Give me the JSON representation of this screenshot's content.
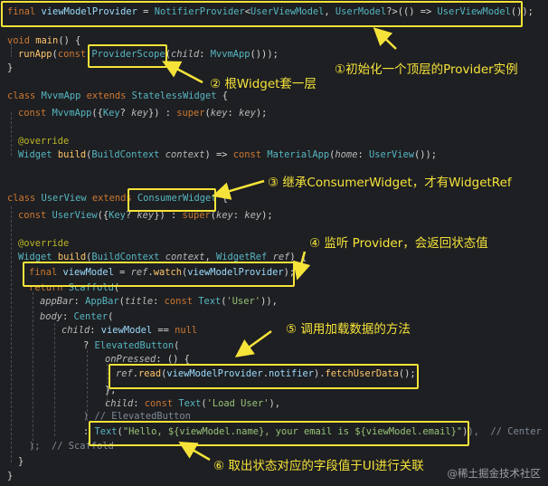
{
  "code": {
    "l1": {
      "kw": "final ",
      "name": "viewModelProvider",
      "eq": " = ",
      "type": "NotifierProvider",
      "lt": "<",
      "t1": "UserViewModel",
      "comma": ", ",
      "t2": "UserModel",
      "gt": "?>",
      "paren": "(() => ",
      "t3": "UserViewModel",
      "end": "());"
    },
    "l3": {
      "kw": "void ",
      "fn": "main",
      "end": "() {"
    },
    "l4": {
      "fn": "runApp",
      "open": "(",
      "kw": "const ",
      "type": "ProviderScope",
      "open2": "(",
      "prm": "child",
      "colon": ": ",
      "t2": "MvvmApp",
      "end": "()));"
    },
    "l5": {
      "text": "}"
    },
    "l7": {
      "kw": "class ",
      "name": "MvvmApp",
      "kw2": " extends ",
      "type": "StatelessWidget",
      "end": " {"
    },
    "l8": {
      "kw": "const ",
      "name": "MvvmApp",
      "open": "({",
      "type": "Key",
      "q": "? ",
      "prm": "key",
      "close": "}) : ",
      "kw2": "super",
      "open2": "(",
      "prm2": "key",
      "colon": ": ",
      "prm3": "key",
      "end": ");"
    },
    "l10": {
      "ann": "@override"
    },
    "l11": {
      "type": "Widget",
      "sp": " ",
      "fn": "build",
      "open": "(",
      "type2": "BuildContext",
      "sp2": " ",
      "prm": "context",
      "arrow": ") => ",
      "kw": "const ",
      "type3": "MaterialApp",
      "open2": "(",
      "prm2": "home",
      "colon": ": ",
      "type4": "UserView",
      "end": "());"
    },
    "l13": {
      "kw": "class ",
      "name": "UserView",
      "kw2": " extends ",
      "type": "ConsumerWidget",
      "end": " {"
    },
    "l14": {
      "kw": "const ",
      "name": "UserView",
      "open": "({",
      "type": "Key",
      "q": "? ",
      "prm": "key",
      "close": "}) : ",
      "kw2": "super",
      "open2": "(",
      "prm2": "key",
      "colon": ": ",
      "prm3": "key",
      "end": ");"
    },
    "l16": {
      "ann": "@override"
    },
    "l17": {
      "type": "Widget",
      "sp": " ",
      "fn": "build",
      "open": "(",
      "type2": "BuildContext",
      "sp2": " ",
      "prm": "context",
      "comma": ", ",
      "type3": "WidgetRef",
      "sp3": " ",
      "prm2": "ref",
      "end": ") {"
    },
    "l18": {
      "kw": "final ",
      "name": "viewModel",
      "eq": " = ",
      "prm": "ref",
      "dot": ".",
      "fn": "watch",
      "open": "(",
      "var": "viewModelProvider",
      "end": ");"
    },
    "l19": {
      "kw": "return ",
      "type": "Scaffold",
      "end": "("
    },
    "l20": {
      "prm": "appBar",
      "colon": ": ",
      "type": "AppBar",
      "open": "(",
      "prm2": "title",
      "colon2": ": ",
      "kw": "const ",
      "type2": "Text",
      "open2": "(",
      "str": "'User'",
      "end": ")),"
    },
    "l21": {
      "prm": "body",
      "colon": ": ",
      "type": "Center",
      "end": "("
    },
    "l22": {
      "prm": "child",
      "colon": ": ",
      "name": "viewModel",
      "op": " == ",
      "kw": "null"
    },
    "l23": {
      "q": "? ",
      "type": "ElevatedButton",
      "end": "("
    },
    "l24": {
      "prm": "onPressed",
      "colon": ": ",
      "end": "() {"
    },
    "l25": {
      "prm": "ref",
      "dot": ".",
      "fn": "read",
      "open": "(",
      "var": "viewModelProvider",
      "dot2": ".",
      "var2": "notifier",
      "close": ").",
      "fn2": "fetchUserData",
      "end": "();"
    },
    "l26": {
      "text": "},"
    },
    "l27": {
      "prm": "child",
      "colon": ": ",
      "kw": "const ",
      "type": "Text",
      "open": "(",
      "str": "'Load User'",
      "end": "),"
    },
    "l28": {
      "text": ") // ElevatedButton"
    },
    "l29": {
      "colon": ": ",
      "type": "Text",
      "open": "(",
      "str": "\"Hello, ${viewModel.name}, your email is ${viewModel.email}\"",
      "end": ")",
      "cmt": "),  // Center"
    },
    "l30": {
      "text": ");  // Scaffold"
    },
    "l31": {
      "text": "}"
    },
    "l32": {
      "text": "}"
    }
  },
  "notes": {
    "n1": "①初始化一个顶层的Provider实例",
    "n2": "② 根Widget套一层",
    "n3": "③ 继承ConsumerWidget，才有WidgetRef",
    "n4": "④ 监听 Provider，会返回状态值",
    "n5": "⑤ 调用加载数据的方法",
    "n6": "⑥ 取出状态对应的字段值于UI进行关联"
  },
  "watermark": "@稀土掘金技术社区",
  "colors": {
    "highlight": "#f5e33a",
    "keyword": "#cc7832",
    "type": "#56b6c2",
    "string": "#98c379",
    "background": "#1e1f22"
  }
}
